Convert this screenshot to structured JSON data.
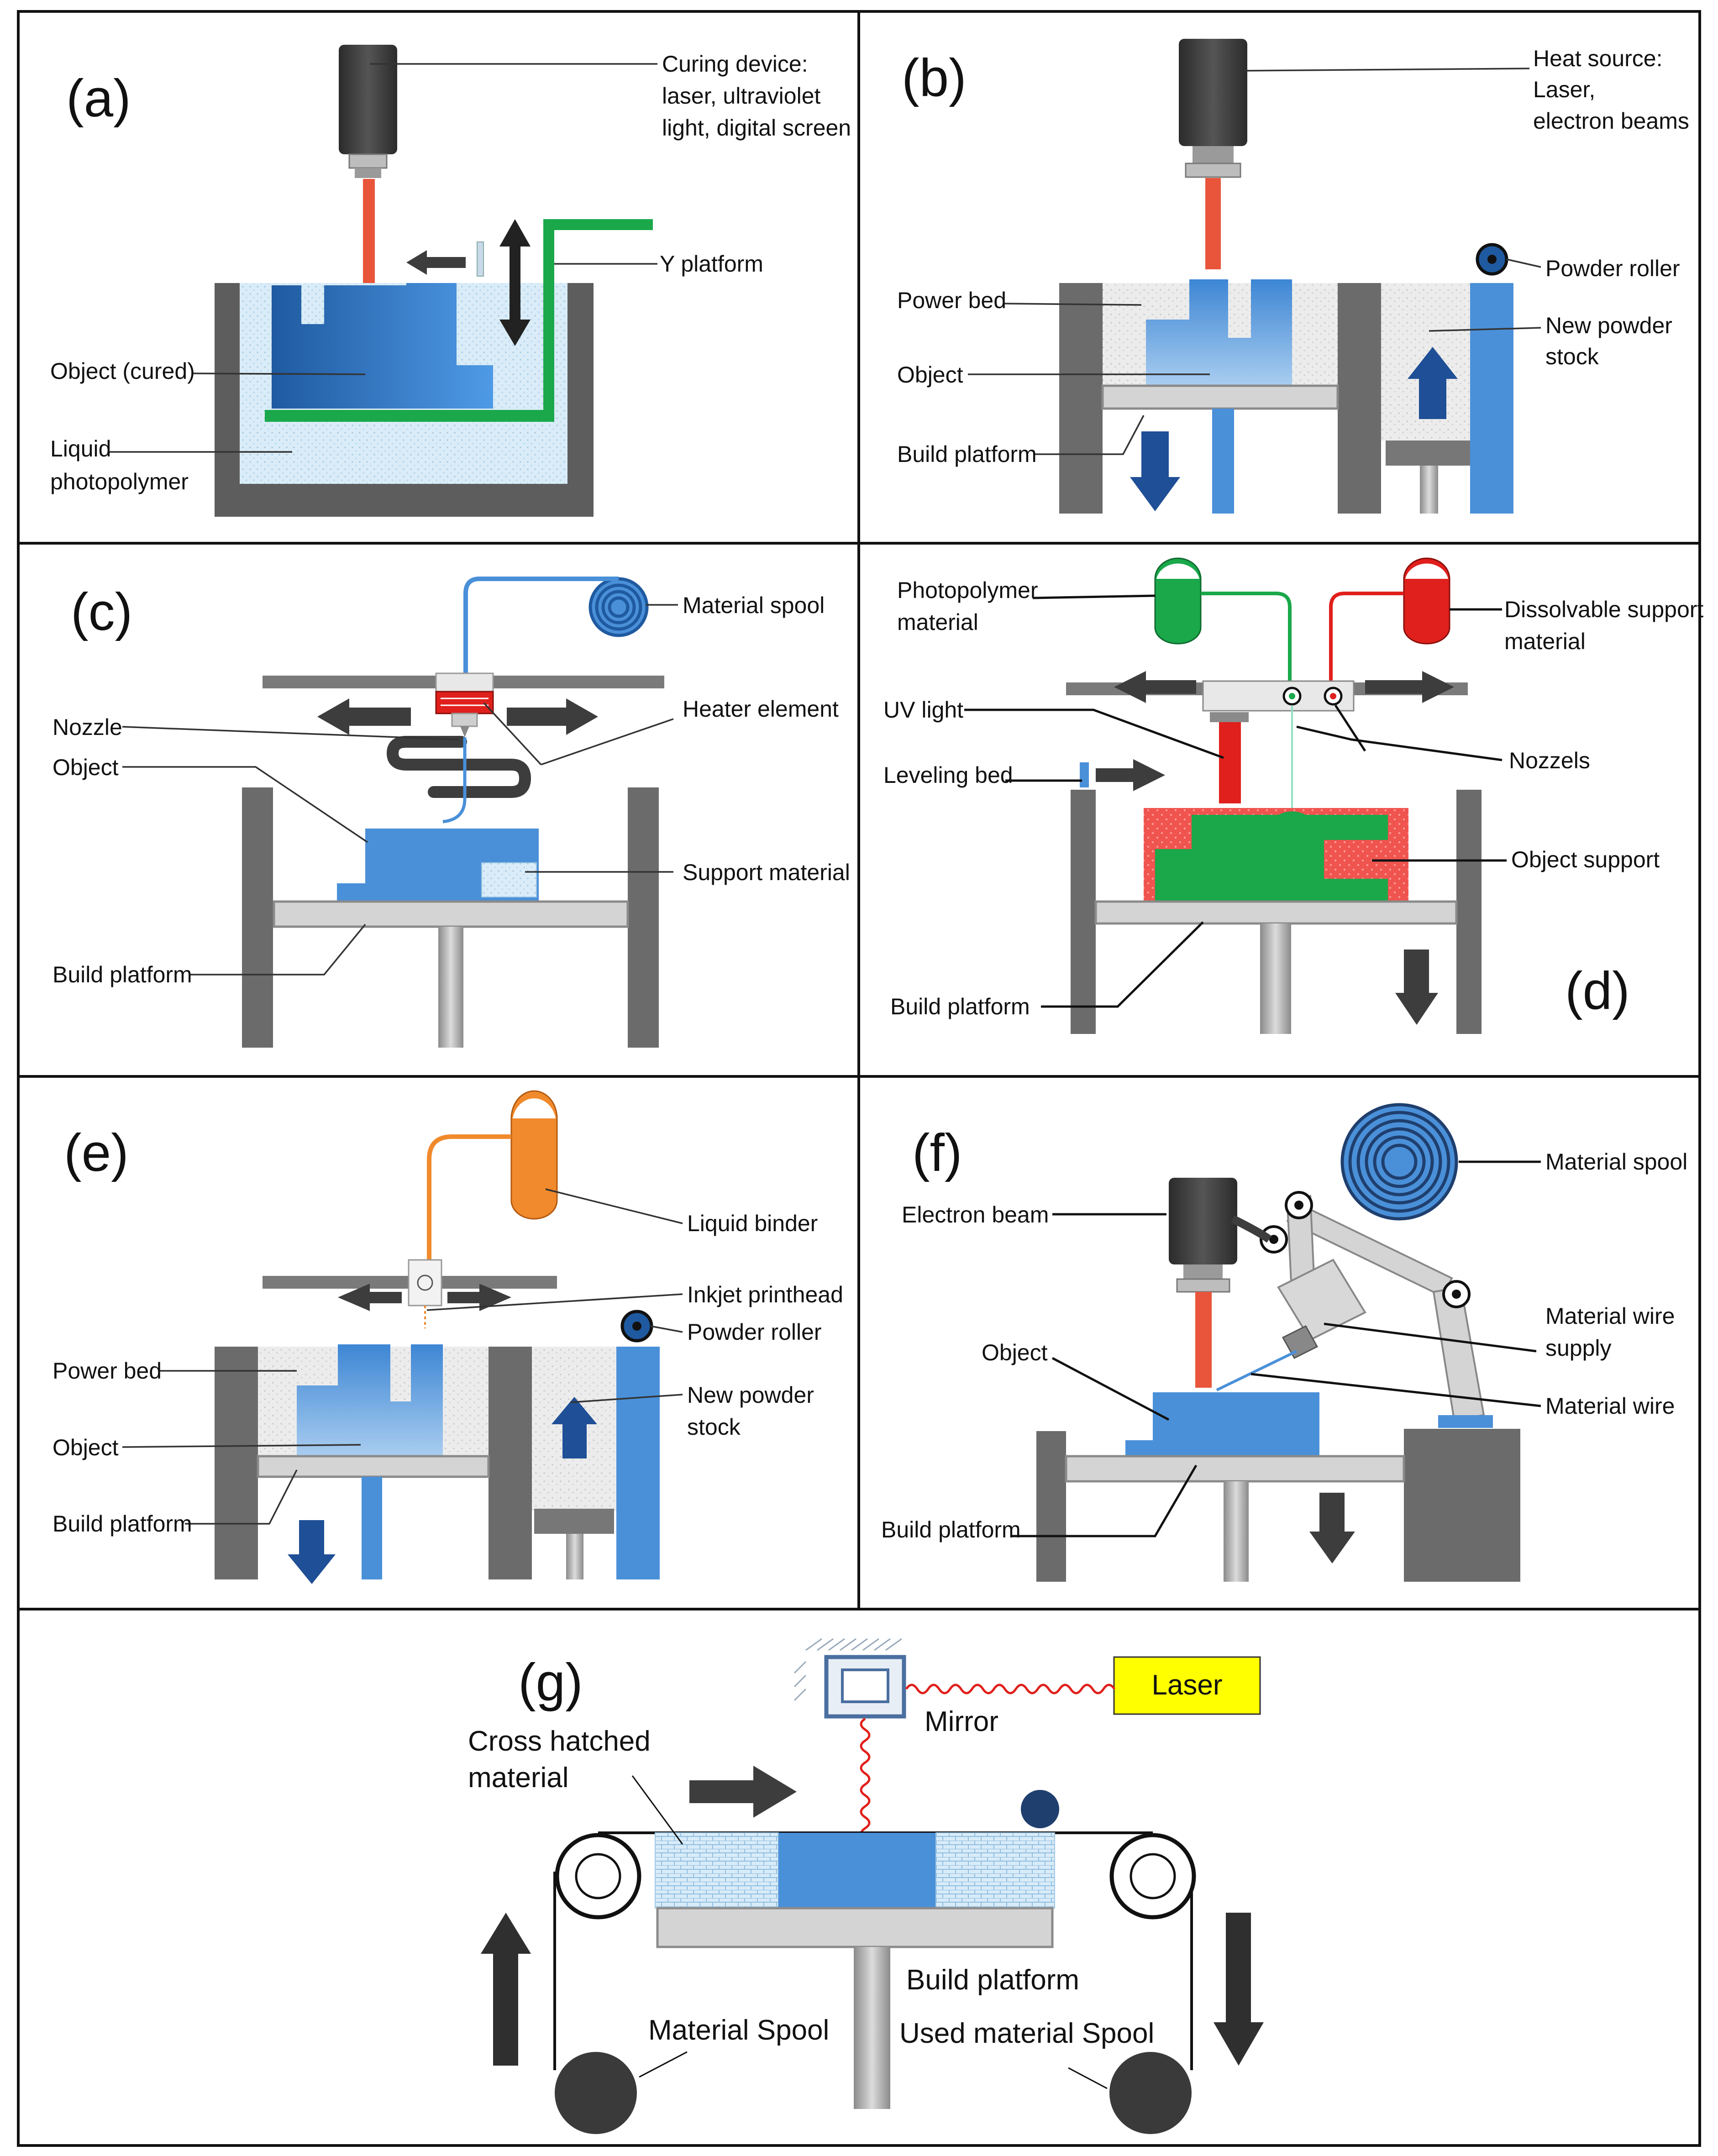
{
  "colors": {
    "blue": "#4a90d9",
    "dark_blue": "#1f5aa0",
    "green": "#1aa84a",
    "red": "#e0201c",
    "orange": "#f08a2c",
    "yellow": "#ffff00",
    "gray": "#6b6b6b"
  },
  "panel_a": {
    "tag": "(a)",
    "labels": {
      "curing_1": "Curing device:",
      "curing_2": "laser, ultraviolet",
      "curing_3": "light, digital screen",
      "y_platform": "Y platform",
      "object": "Object (cured)",
      "liquid_1": "Liquid",
      "liquid_2": "photopolymer"
    }
  },
  "panel_b": {
    "tag": "(b)",
    "labels": {
      "heat_1": "Heat source:",
      "heat_2": "Laser,",
      "heat_3": "electron beams",
      "roller": "Powder roller",
      "bed": "Power bed",
      "stock_1": "New powder",
      "stock_2": "stock",
      "object": "Object",
      "platform": "Build platform"
    }
  },
  "panel_c": {
    "tag": "(c)",
    "labels": {
      "spool": "Material spool",
      "heater": "Heater element",
      "nozzle": "Nozzle",
      "object": "Object",
      "support": "Support material",
      "platform": "Build platform"
    }
  },
  "panel_d": {
    "tag": "(d)",
    "labels": {
      "photo_1": "Photopolymer",
      "photo_2": "material",
      "diss_1": "Dissolvable support",
      "diss_2": "material",
      "uv": "UV light",
      "nozzels": "Nozzels",
      "leveling": "Leveling bed",
      "obj_support": "Object support",
      "platform": "Build platform"
    }
  },
  "panel_e": {
    "tag": "(e)",
    "labels": {
      "binder": "Liquid binder",
      "printhead": "Inkjet printhead",
      "roller": "Powder roller",
      "bed": "Power bed",
      "stock_1": "New powder",
      "stock_2": "stock",
      "object": "Object",
      "platform": "Build platform"
    }
  },
  "panel_f": {
    "tag": "(f)",
    "labels": {
      "spool": "Material spool",
      "beam": "Electron beam",
      "wire_supply_1": "Material wire",
      "wire_supply_2": "supply",
      "object": "Object",
      "wire": "Material wire",
      "platform": "Build platform"
    }
  },
  "panel_g": {
    "tag": "(g)",
    "labels": {
      "laser": "Laser",
      "mirror": "Mirror",
      "cross_1": "Cross hatched",
      "cross_2": "material",
      "platform": "Build platform",
      "spool": "Material Spool",
      "used_spool": "Used material Spool"
    }
  }
}
